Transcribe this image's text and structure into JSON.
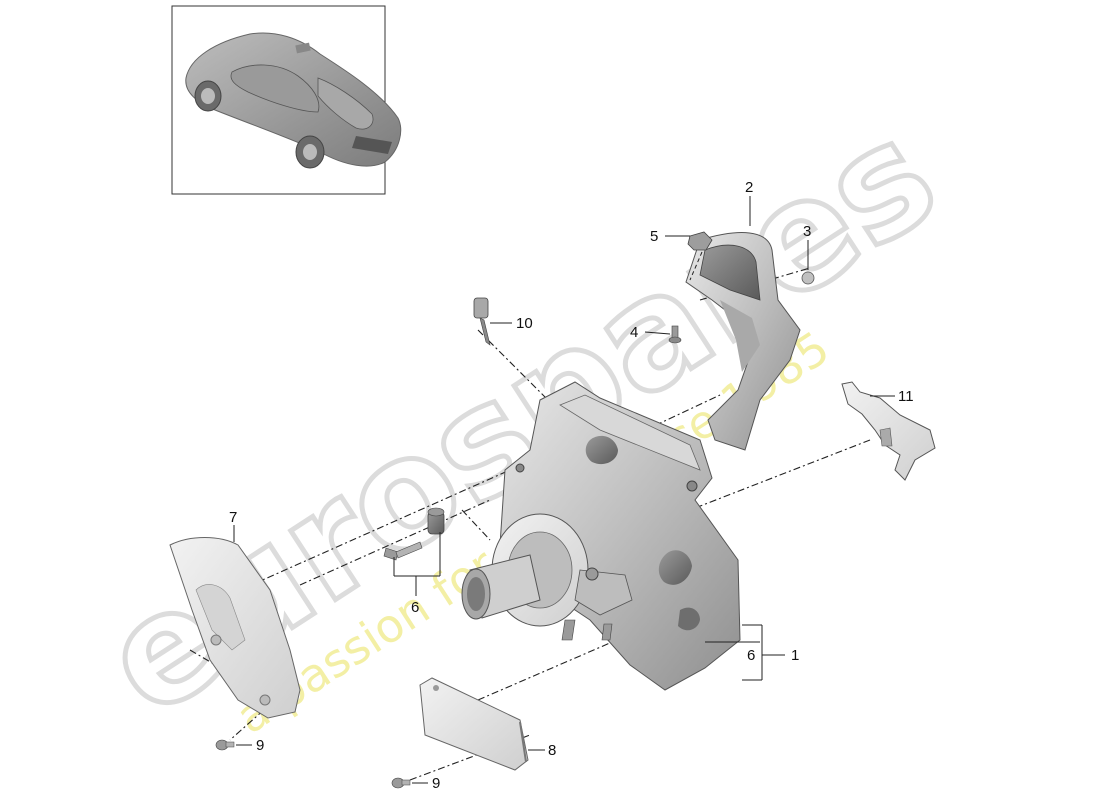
{
  "watermark": {
    "brand": "eurospares",
    "tagline": "a passion for parts since 1985",
    "brand_color": "#d9d9d9",
    "tagline_color": "#f3ef9c"
  },
  "thumbnail": {
    "icon": "car-thumbnail-icon",
    "border_color": "#333333"
  },
  "callouts": {
    "c1": "1",
    "c2": "2",
    "c3": "3",
    "c4": "4",
    "c5": "5",
    "c6a": "6",
    "c6b": "6",
    "c7": "7",
    "c8": "8",
    "c9a": "9",
    "c9b": "9",
    "c10": "10",
    "c11": "11"
  },
  "colors": {
    "part_fill": "#c9c9c9",
    "part_dark": "#8a8a8a",
    "part_light": "#e6e6e6",
    "line": "#222222"
  }
}
